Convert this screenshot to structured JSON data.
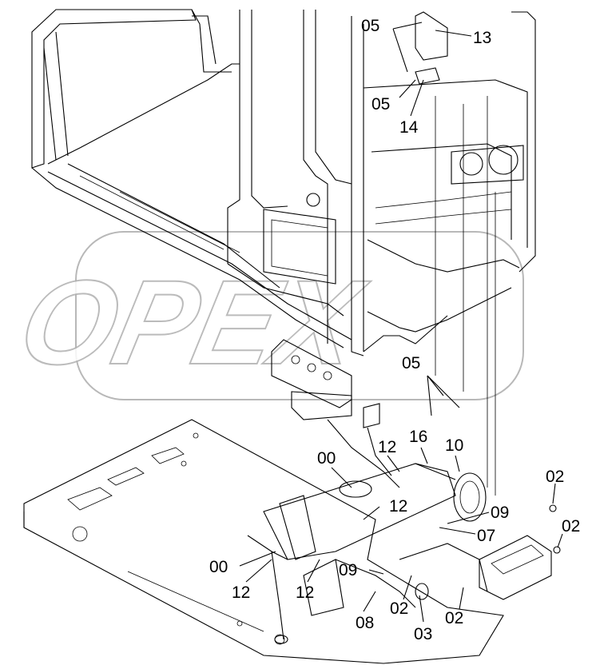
{
  "watermark": {
    "text": "OPEX"
  },
  "callouts": [
    {
      "id": "c-05-a",
      "text": "05"
    },
    {
      "id": "c-13",
      "text": "13"
    },
    {
      "id": "c-05-b",
      "text": "05"
    },
    {
      "id": "c-14",
      "text": "14"
    },
    {
      "id": "c-05-c",
      "text": "05"
    },
    {
      "id": "c-16",
      "text": "16"
    },
    {
      "id": "c-10",
      "text": "10"
    },
    {
      "id": "c-12-a",
      "text": "12"
    },
    {
      "id": "c-00-a",
      "text": "00"
    },
    {
      "id": "c-12-b",
      "text": "12"
    },
    {
      "id": "c-09-a",
      "text": "09"
    },
    {
      "id": "c-07",
      "text": "07"
    },
    {
      "id": "c-02-a",
      "text": "02"
    },
    {
      "id": "c-02-b",
      "text": "02"
    },
    {
      "id": "c-00-b",
      "text": "00"
    },
    {
      "id": "c-12-c",
      "text": "12"
    },
    {
      "id": "c-12-d",
      "text": "12"
    },
    {
      "id": "c-09-b",
      "text": "09"
    },
    {
      "id": "c-08",
      "text": "08"
    },
    {
      "id": "c-02-c",
      "text": "02"
    },
    {
      "id": "c-02-d",
      "text": "02"
    },
    {
      "id": "c-03",
      "text": "03"
    }
  ]
}
